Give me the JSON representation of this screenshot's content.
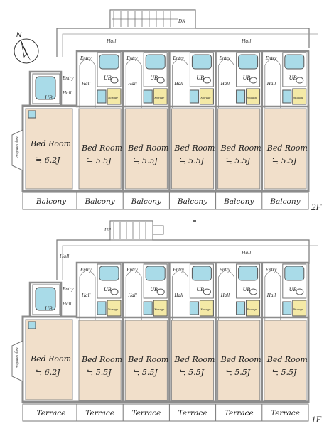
{
  "compass": {
    "north": "N"
  },
  "floors": [
    {
      "id": "2F",
      "label": "2F",
      "stair_label": "DN",
      "hall_labels": [
        "Hall",
        "Hall",
        "Hall"
      ],
      "bay_window": "Bay window",
      "outdoor_label": "Balcony",
      "units": [
        {
          "bedroom": "Bed Room",
          "size": "≒ 6.2J",
          "entry": "Entry",
          "hall": "Hall",
          "bath": "UB"
        },
        {
          "bedroom": "Bed Room",
          "size": "≒ 5.5J",
          "entry": "Entry",
          "hall": "Hall",
          "bath": "UB",
          "storage": "Storage"
        },
        {
          "bedroom": "Bed Room",
          "size": "≒ 5.5J",
          "entry": "Entry",
          "hall": "Hall",
          "bath": "UB",
          "storage": "Storage"
        },
        {
          "bedroom": "Bed Room",
          "size": "≒ 5.5J",
          "entry": "Entry",
          "hall": "Hall",
          "bath": "UB",
          "storage": "Storage"
        },
        {
          "bedroom": "Bed Room",
          "size": "≒ 5.5J",
          "entry": "Entry",
          "hall": "Hall",
          "bath": "UB",
          "storage": "Storage"
        },
        {
          "bedroom": "Bed Room",
          "size": "≒ 5.5J",
          "entry": "Entry",
          "hall": "Hall",
          "bath": "UB",
          "storage": "Storage"
        }
      ],
      "outdoor": [
        "Balcony",
        "Balcony",
        "Balcony",
        "Balcony",
        "Balcony",
        "Balcony"
      ]
    },
    {
      "id": "1F",
      "label": "1F",
      "stair_label": "UP",
      "hall_labels": [
        "Hall",
        "Hall"
      ],
      "bay_window": "Bay window",
      "units": [
        {
          "bedroom": "Bed Room",
          "size": "≒ 6.2J",
          "entry": "Entry",
          "hall": "Hall",
          "bath": "UB"
        },
        {
          "bedroom": "Bed Room",
          "size": "≒ 5.5J",
          "entry": "Entry",
          "hall": "Hall",
          "bath": "UB",
          "storage": "Storage"
        },
        {
          "bedroom": "Bed Room",
          "size": "≒ 5.5J",
          "entry": "Entry",
          "hall": "Hall",
          "bath": "UB",
          "storage": "Storage"
        },
        {
          "bedroom": "Bed Room",
          "size": "≒ 5.5J",
          "entry": "Entry",
          "hall": "Hall",
          "bath": "UB",
          "storage": "Storage"
        },
        {
          "bedroom": "Bed Room",
          "size": "≒ 5.5J",
          "entry": "Entry",
          "hall": "Hall",
          "bath": "UB",
          "storage": "Storage"
        },
        {
          "bedroom": "Bed Room",
          "size": "≒ 5.5J",
          "entry": "Entry",
          "hall": "Hall",
          "bath": "UB",
          "storage": "Storage"
        }
      ],
      "outdoor": [
        "Terrace",
        "Terrace",
        "Terrace",
        "Terrace",
        "Terrace",
        "Terrace"
      ]
    }
  ],
  "colors": {
    "wall": "#8c8c8c",
    "bedroom_floor": "#f1dfca",
    "bath_fixture": "#a9dbe8",
    "storage": "#f4e9a6",
    "line": "#555555"
  }
}
